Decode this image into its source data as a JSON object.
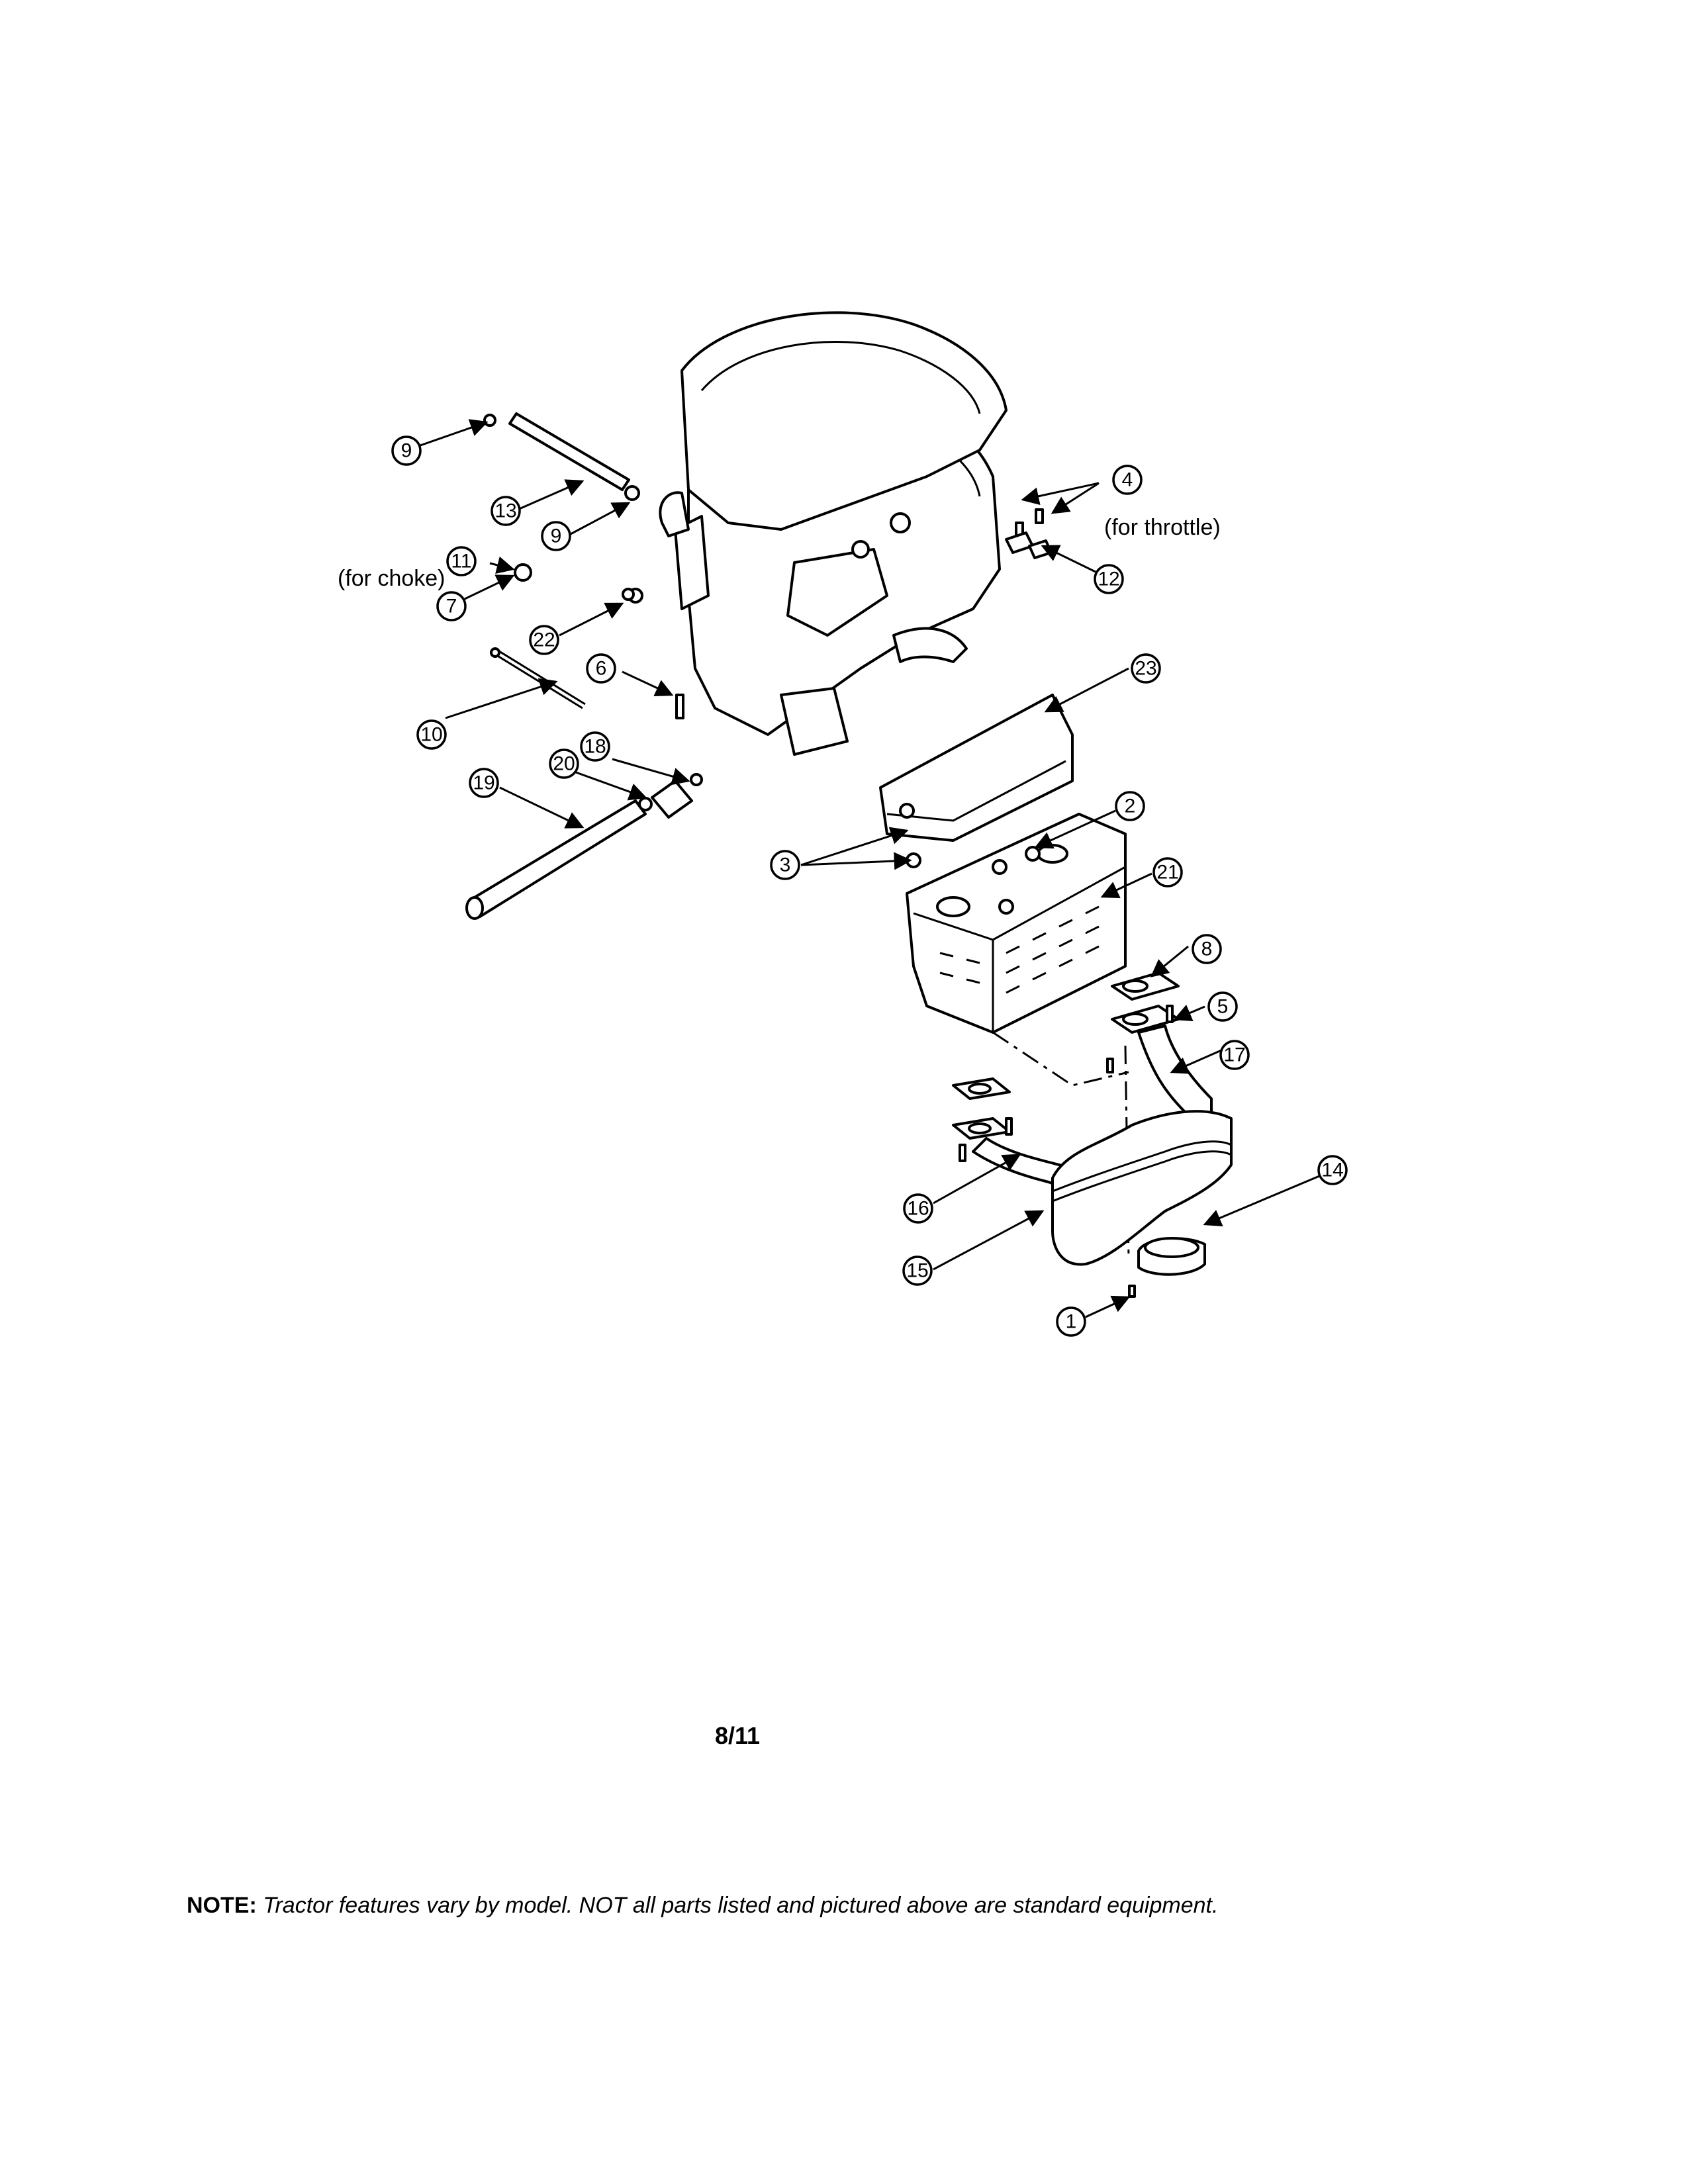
{
  "annotations": {
    "for_choke": "(for choke)",
    "for_throttle": "(for throttle)"
  },
  "callouts": [
    "9",
    "13",
    "9",
    "11",
    "7",
    "22",
    "6",
    "10",
    "18",
    "20",
    "19",
    "4",
    "12",
    "23",
    "2",
    "3",
    "21",
    "8",
    "5",
    "17",
    "16",
    "14",
    "15",
    "1"
  ],
  "page_number": "8/11",
  "note": {
    "label": "NOTE:",
    "text": "Tractor features vary by model. NOT all parts listed and pictured above are standard equipment."
  }
}
